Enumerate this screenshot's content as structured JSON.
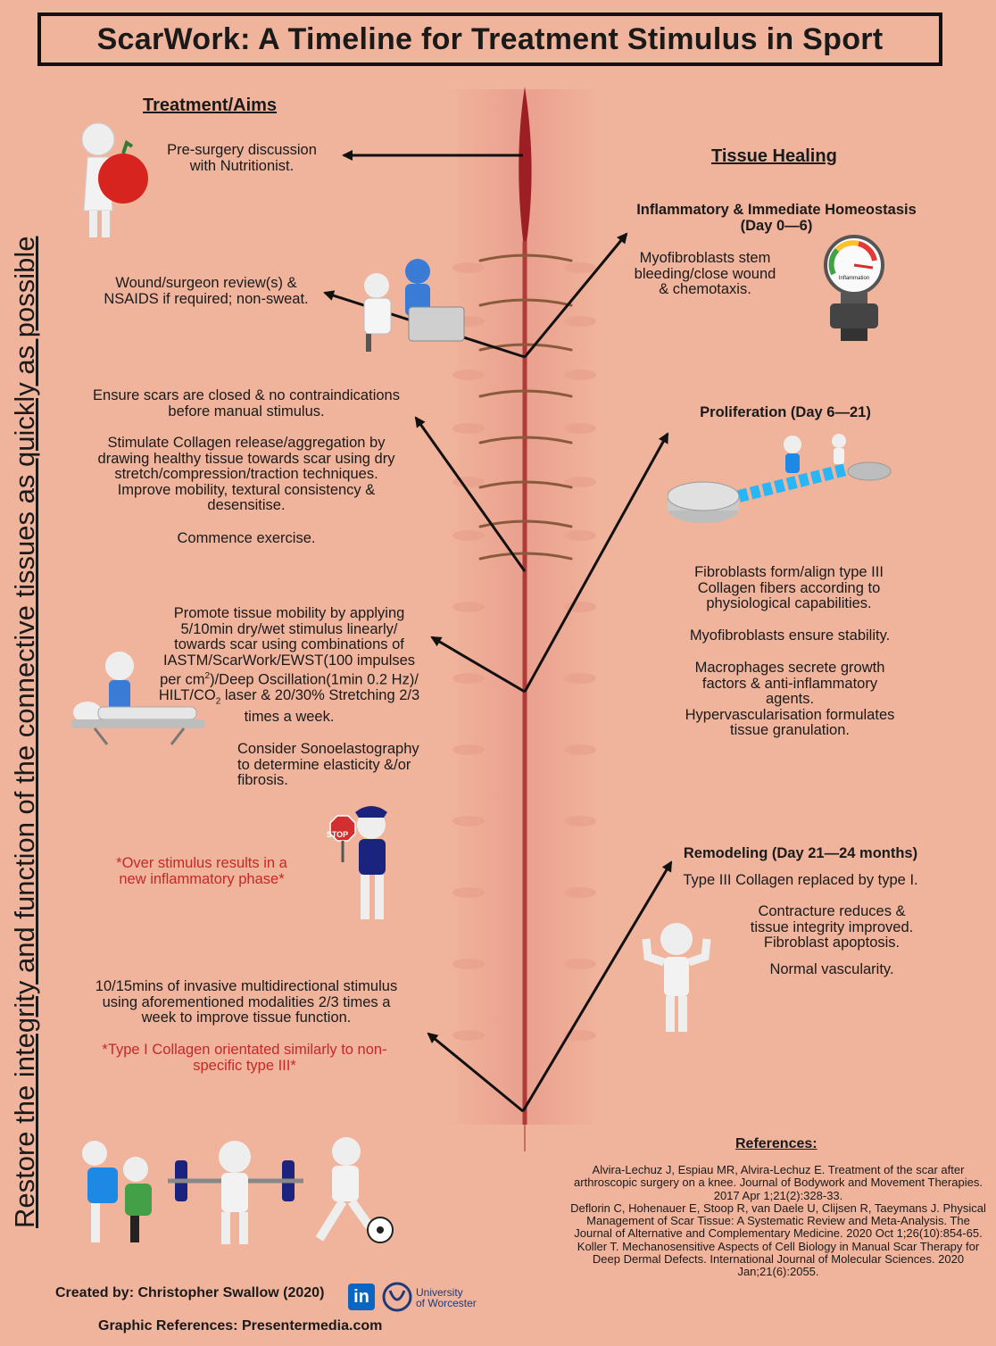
{
  "title": "ScarWork: A Timeline for Treatment Stimulus in Sport",
  "side_text": "Restore the integrity and function of the connective tissues as quickly as possible",
  "left": {
    "heading": "Treatment/Aims",
    "pre_surgery": "Pre-surgery discussion\nwith Nutritionist.",
    "wound_review": "Wound/surgeon review(s) &\nNSAIDS if required; non-sweat.",
    "ensure_closed": "Ensure scars are closed & no contraindications\nbefore manual stimulus.",
    "stimulate": "Stimulate Collagen release/aggregation by\ndrawing healthy tissue towards scar using dry\nstretch/compression/traction techniques.\nImprove mobility, textural consistency &\ndesensitise.",
    "exercise": "Commence exercise.",
    "promote": {
      "line1": "Promote tissue mobility by applying",
      "line2": "5/10min dry/wet stimulus linearly/",
      "line3": "towards scar using combinations of",
      "line4": "IASTM/ScarWork/EWST(100 impulses",
      "line5a": "per cm",
      "line5sup": "2",
      "line5b": ")/Deep Oscillation(1min 0.2 Hz)/",
      "line6a": "HILT/CO",
      "line6sub": "2",
      "line6b": " laser & 20/30% Stretching 2/3",
      "line7": "times a week."
    },
    "sonoelastography": "Consider Sonoelastography\nto determine elasticity &/or\nfibrosis.",
    "over_stimulus": "*Over stimulus results in a\nnew inflammatory phase*",
    "invasive": "10/15mins of invasive multidirectional stimulus\nusing aforementioned modalities 2/3 times a\nweek to improve tissue function.",
    "type1_note": "*Type I Collagen orientated similarly to non-\nspecific type III*",
    "stop_sign": "STOP"
  },
  "right": {
    "heading": "Tissue Healing",
    "inflammatory_title": "Inflammatory & Immediate Homeostasis\n(Day 0—6)",
    "inflammatory_text": "Myofibroblasts stem\nbleeding/close wound\n& chemotaxis.",
    "gauge_label": "Inflammation",
    "proliferation_title": "Proliferation (Day 6—21)",
    "proliferation_text1": "Fibroblasts form/align type III\nCollagen fibers according to\nphysiological capabilities.",
    "proliferation_text2": "Myofibroblasts ensure stability.",
    "proliferation_text3": "Macrophages secrete growth\nfactors & anti-inflammatory\nagents.\nHypervascularisation formulates\ntissue granulation.",
    "remodeling_title": "Remodeling (Day 21—24 months)",
    "remodeling_text1": "Type III Collagen replaced by type I.",
    "remodeling_text2": "Contracture reduces &\ntissue integrity improved.\nFibroblast apoptosis.",
    "remodeling_text3": "Normal vascularity."
  },
  "references": {
    "heading": "References:",
    "items": [
      "Alvira-Lechuz J, Espiau MR, Alvira-Lechuz E. Treatment of the scar after arthroscopic surgery on a knee. Journal of Bodywork and Movement Therapies. 2017 Apr 1;21(2):328-33.",
      "Deflorin C, Hohenauer E, Stoop R, van Daele U, Clijsen R, Taeymans J. Physical Management of Scar Tissue: A Systematic Review and Meta-Analysis. The Journal of Alternative and Complementary Medicine. 2020 Oct 1;26(10):854-65.",
      "Koller T. Mechanosensitive Aspects of Cell Biology in Manual Scar Therapy for Deep Dermal Defects. International Journal of Molecular Sciences. 2020 Jan;21(6):2055."
    ]
  },
  "footer": {
    "created_by": "Created by: Christopher Swallow (2020)",
    "linkedin": "in",
    "university": "University\nof Worcester",
    "graphic_refs": "Graphic References: Presentermedia.com"
  },
  "colors": {
    "background": "#f0b49c",
    "scar": "#b03a3a",
    "note_red": "#c62828",
    "linkedin": "#0a66c2",
    "university": "#1f3a78"
  }
}
